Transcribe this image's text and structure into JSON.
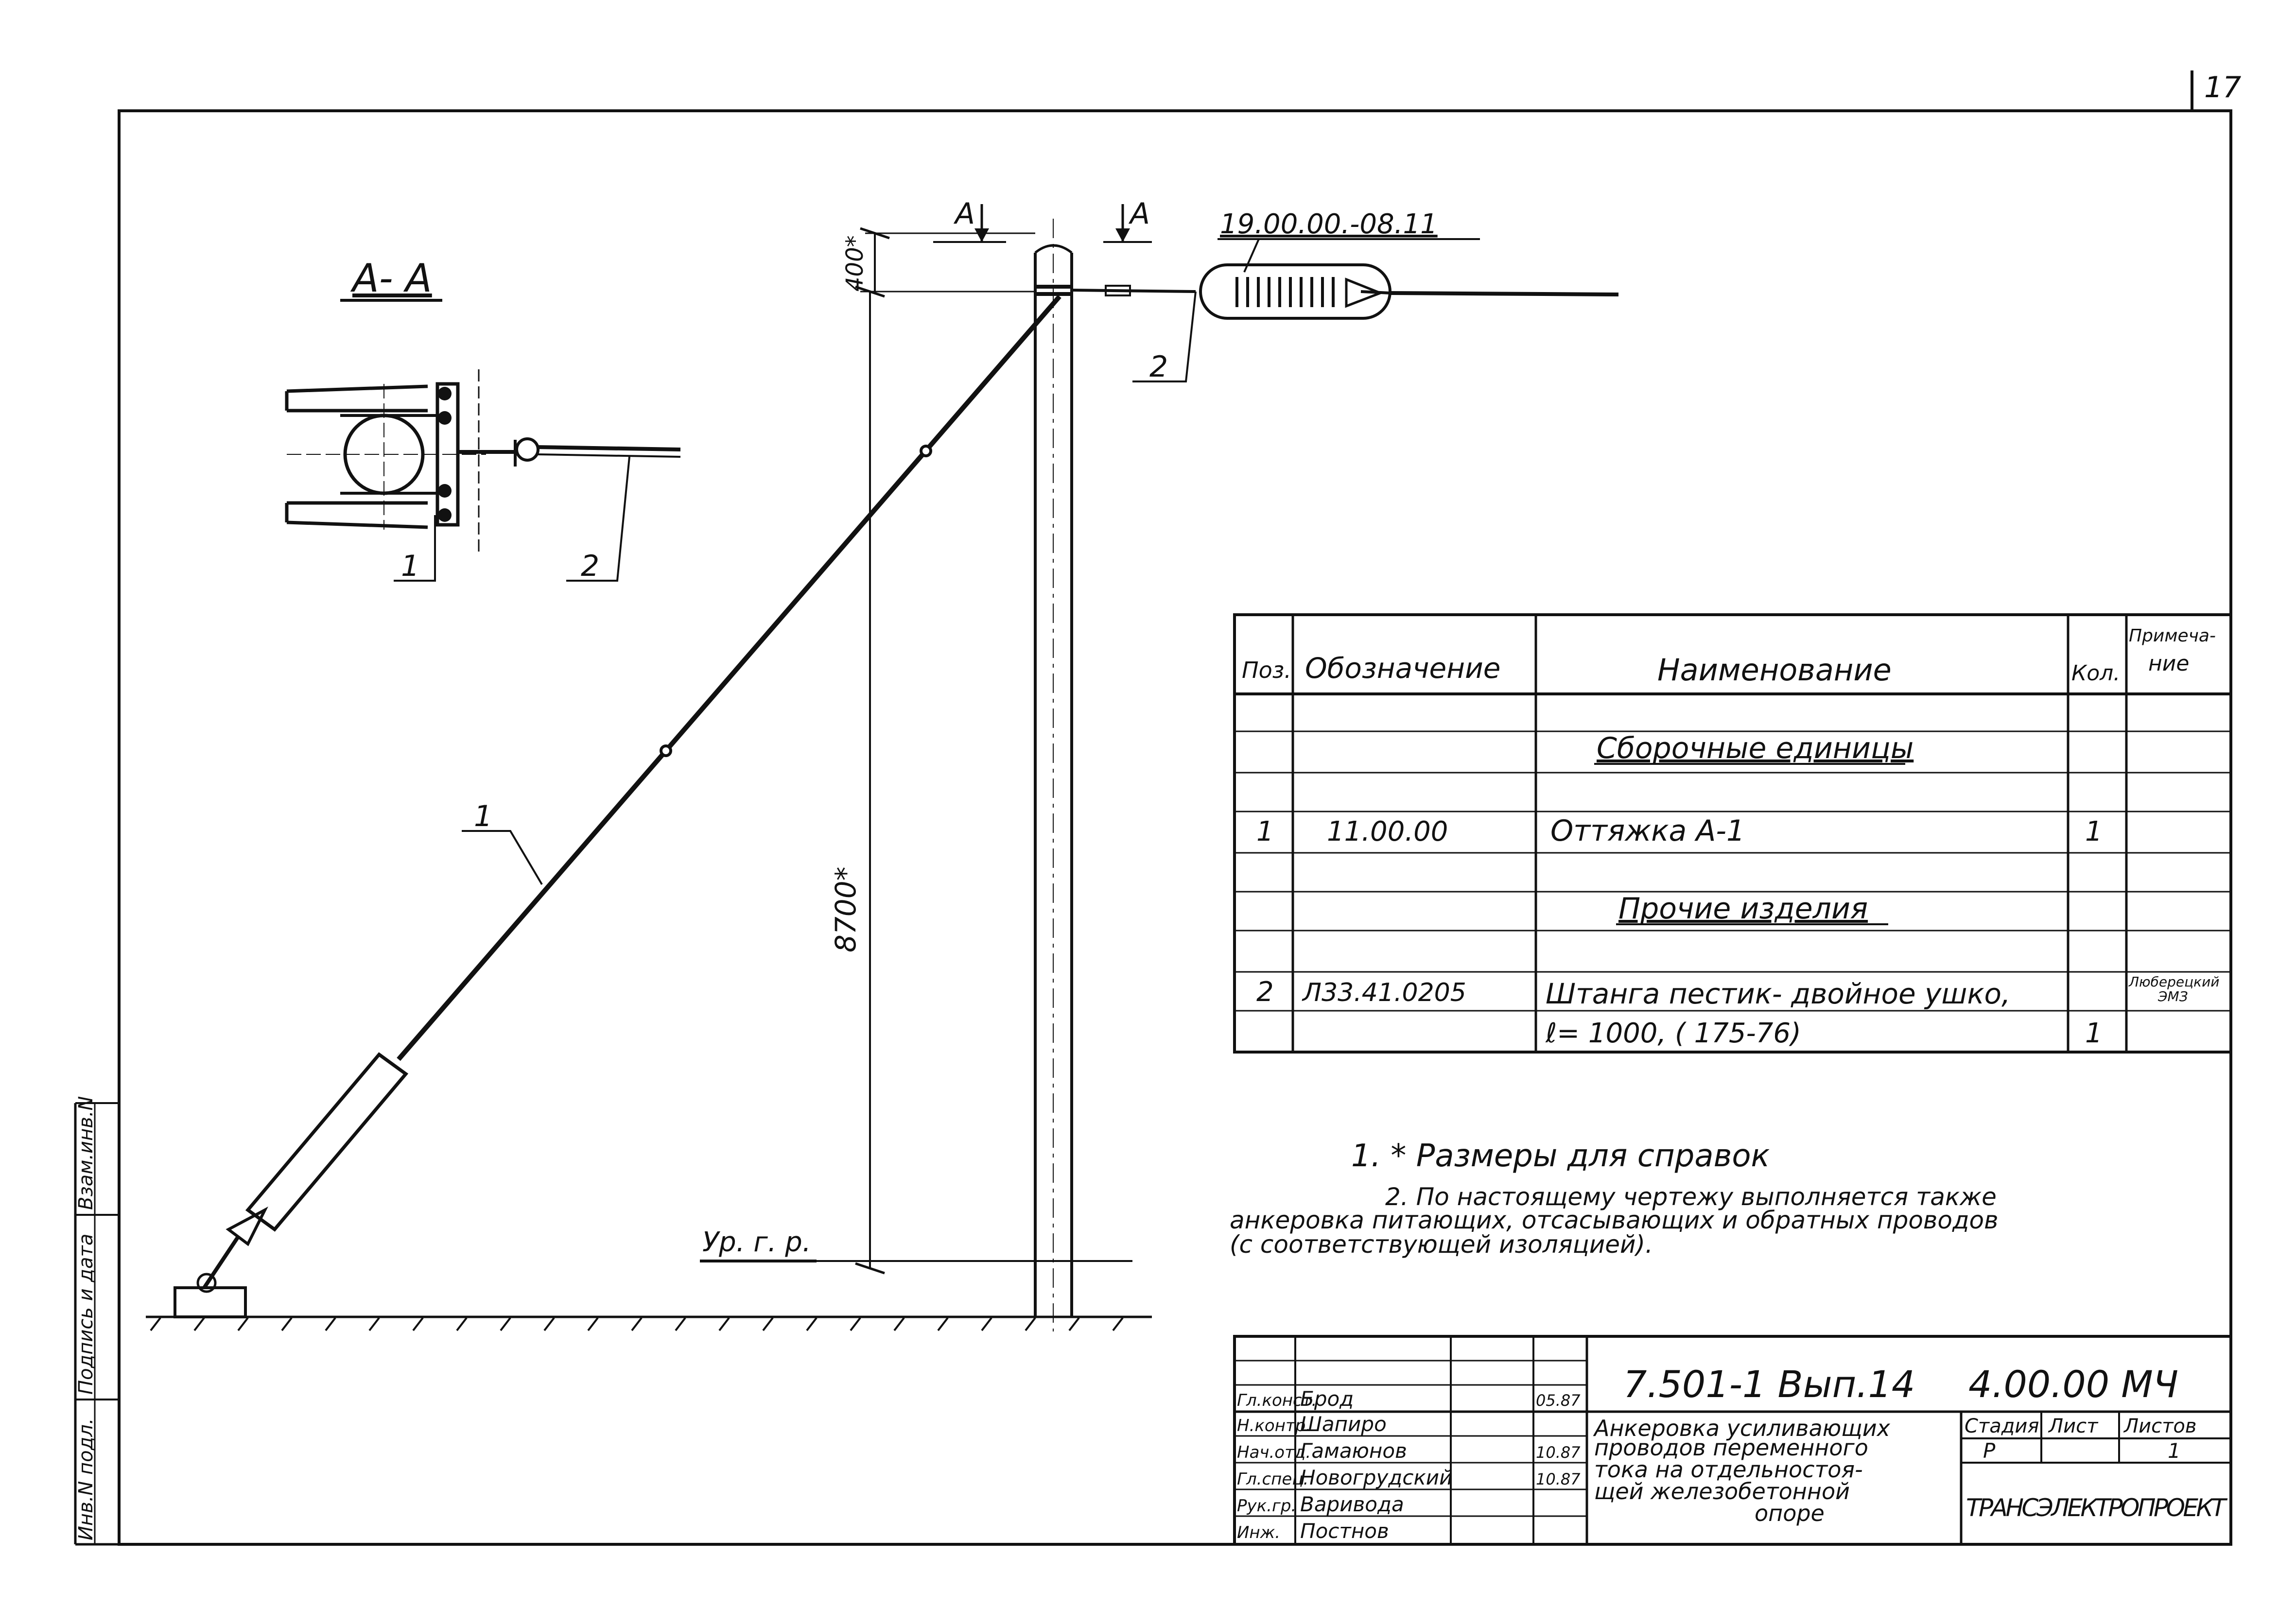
{
  "page_number": "17",
  "section": {
    "title": "А- А",
    "callout_1": "1",
    "callout_2": "2"
  },
  "elevation": {
    "section_mark_left": "А",
    "section_mark_right": "А",
    "part_code": "19.00.00.-08.11",
    "dim_top": "400*",
    "dim_height": "8700*",
    "ground_label": "Ур. г. р.",
    "callout_1": "1",
    "callout_2": "2"
  },
  "spec_table": {
    "headers": {
      "pos": "Поз.",
      "designation": "Обозначение",
      "name": "Наименование",
      "qty": "Кол.",
      "note_line1": "Примеча-",
      "note_line2": "ние"
    },
    "rows": [
      {
        "pos": "",
        "designation": "",
        "name": "Сборочные единицы",
        "qty": "",
        "note": ""
      },
      {
        "pos": "1",
        "designation": "11.00.00",
        "name": "Оттяжка А-1",
        "qty": "1",
        "note": ""
      },
      {
        "pos": "",
        "designation": "",
        "name": "Прочие изделия",
        "qty": "",
        "note": ""
      },
      {
        "pos": "2",
        "designation": "Л33.41.0205",
        "name": "Штанга пестик- двойное ушко,",
        "qty": "",
        "note_line1": "Люберецкий",
        "note_line2": "ЭМЗ"
      },
      {
        "pos": "",
        "designation": "",
        "name": "ℓ= 1000, ( 175-76)",
        "qty": "1",
        "note": ""
      }
    ]
  },
  "notes": {
    "line1": "1. * Размеры для справок",
    "line2": "2. По настоящему чертежу выполняется также",
    "line3": "анкеровка питающих, отсасывающих и обратных проводов",
    "line4": "(с соответствующей изоляцией)."
  },
  "left_margin": {
    "inv_no": "Инв.N подл.",
    "sign_date": "Подпись и дата",
    "replace_inv": "Взам.инв.N"
  },
  "title_block": {
    "doc_code": "7.501-1 Вып.14",
    "part_no": "4.00.00 МЧ",
    "roles": [
      "Гл.конст.",
      "Н.контр.",
      "Нач.отд.",
      "Гл.спец.",
      "Рук.гр.",
      "Инж."
    ],
    "names": [
      "Брод",
      "Шапиро",
      "Гамаюнов",
      "Новогрудский",
      "Варивода",
      "Постнов"
    ],
    "dates": [
      "05.87",
      "",
      "10.87",
      "10.87",
      "",
      ""
    ],
    "title_line1": "Анкеровка усиливающих",
    "title_line2": "проводов переменного",
    "title_line3": "тока на отдельностоя-",
    "title_line4": "щей железобетонной",
    "title_line5": "опоре",
    "stage_label": "Стадия",
    "sheet_label": "Лист",
    "sheets_label": "Листов",
    "stage_value": "Р",
    "sheets_value": "1",
    "organization": "ТРАНСЭЛЕКТРОПРОЕКТ"
  }
}
